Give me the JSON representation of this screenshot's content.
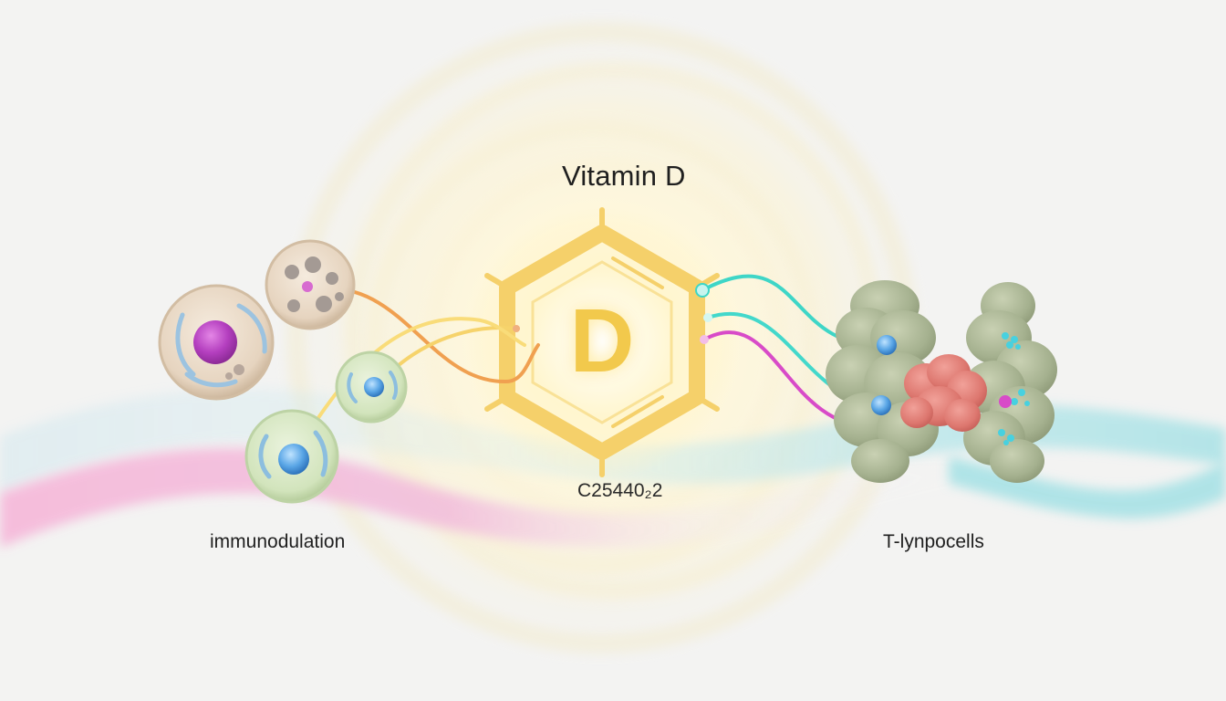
{
  "diagram": {
    "title": "Vitamin D",
    "center_symbol": "D",
    "formula": "C25440₂2",
    "left_label": "immunodulation",
    "right_label": "T-lynpocells"
  },
  "colors": {
    "background": "#f3f3f2",
    "glow": "#fff3c4",
    "hexagon": "#f5d06a",
    "wave_pink": "#f3b6d8",
    "wave_blue": "#a9dfe6",
    "link_orange": "#f0a050",
    "link_yellow": "#f6d36b",
    "link_teal": "#3ed6c7",
    "link_magenta": "#d84bc8",
    "cell_beige": "#eadbc8",
    "cell_green": "#d6e7c0",
    "nucleus_magenta": "#b43fbf",
    "nucleus_blue": "#5aa6e6",
    "gland_green": "#a7b593",
    "gland_red": "#e07b74"
  },
  "icons": [
    "immune-cell-icon",
    "t-cell-icon",
    "hexagon-ring-icon",
    "thymus-gland-icon"
  ]
}
